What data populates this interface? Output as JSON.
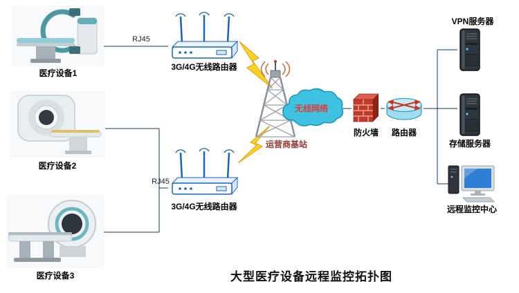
{
  "title": "大型医疗设备远程监控拓扑图",
  "nodes": {
    "device1": {
      "label": "医疗设备1"
    },
    "device2": {
      "label": "医疗设备2"
    },
    "device3": {
      "label": "医疗设备3"
    },
    "router1": {
      "label": "3G/4G无线路由器"
    },
    "router2": {
      "label": "3G/4G无线路由器"
    },
    "base_station": {
      "label": "运营商基站"
    },
    "cloud": {
      "label": "无线网络"
    },
    "firewall": {
      "label": "防火墙"
    },
    "router": {
      "label": "路由器"
    },
    "vpn_server": {
      "label": "VPN服务器"
    },
    "storage_server": {
      "label": "存储服务器"
    },
    "monitor_center": {
      "label": "远程监控中心"
    }
  },
  "link_labels": {
    "rj45_top": "RJ45",
    "rj45_bottom": "RJ45"
  },
  "colors": {
    "line": "#17375e",
    "wireless_router_blue": "#1565c0",
    "cloud_fill": "#3fc1e1",
    "cloud_text": "#e53935",
    "firewall_red": "#c43a2a",
    "router_icon_blue": "#9fdcee",
    "lightning_yellow": "#ffd21f",
    "base_station_text": "#953734",
    "label_text": "#000000"
  }
}
